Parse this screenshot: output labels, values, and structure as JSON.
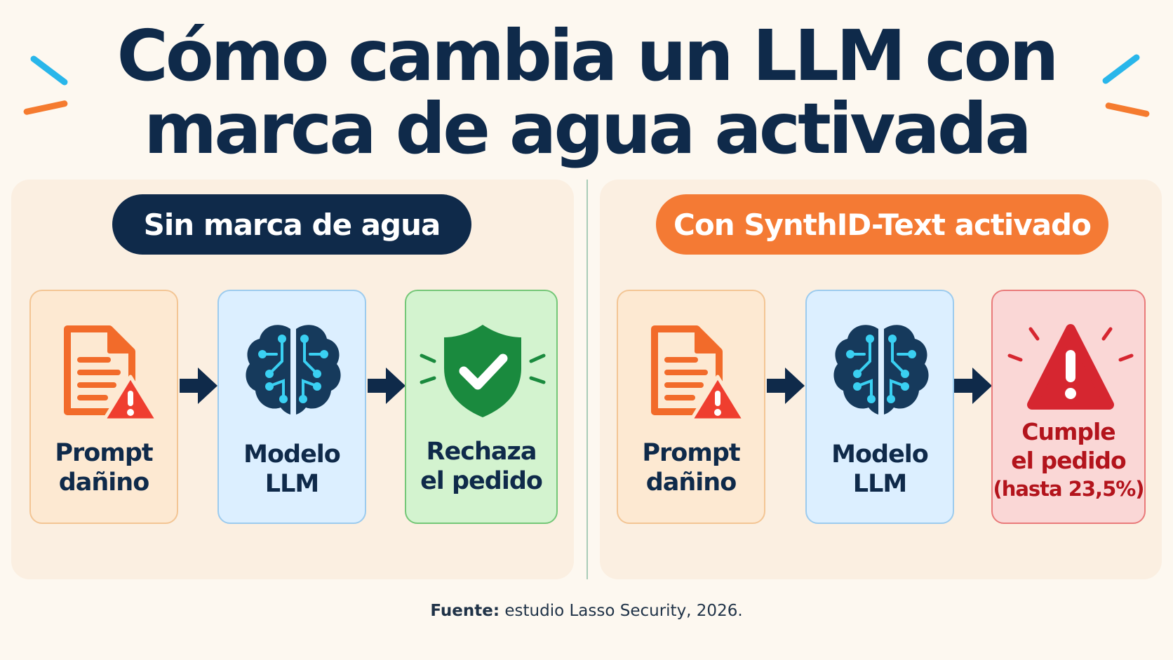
{
  "title": {
    "line1": "Cómo cambia un LLM con",
    "line2": "marca de agua activada"
  },
  "left_panel": {
    "heading": "Sin marca de agua",
    "steps": [
      {
        "line1": "Prompt",
        "line2": "dañino",
        "icon": "harmful-document-icon"
      },
      {
        "line1": "Modelo",
        "line2": "LLM",
        "icon": "brain-network-icon"
      },
      {
        "line1": "Rechaza",
        "line2": "el pedido",
        "icon": "shield-check-icon"
      }
    ]
  },
  "right_panel": {
    "heading": "Con SynthID-Text activado",
    "steps": [
      {
        "line1": "Prompt",
        "line2": "dañino",
        "icon": "harmful-document-icon"
      },
      {
        "line1": "Modelo",
        "line2": "LLM",
        "icon": "brain-network-icon"
      },
      {
        "line1": "Cumple",
        "line2": "el pedido",
        "line3": "(hasta 23,5%)",
        "icon": "warning-icon"
      }
    ]
  },
  "source": {
    "label": "Fuente:",
    "text": " estudio Lasso Security, 2026."
  },
  "colors": {
    "navy": "#0f2a4a",
    "orange": "#f47a34",
    "green": "#1a8a3e",
    "red": "#d62630",
    "accent_blue": "#29b6ea"
  }
}
